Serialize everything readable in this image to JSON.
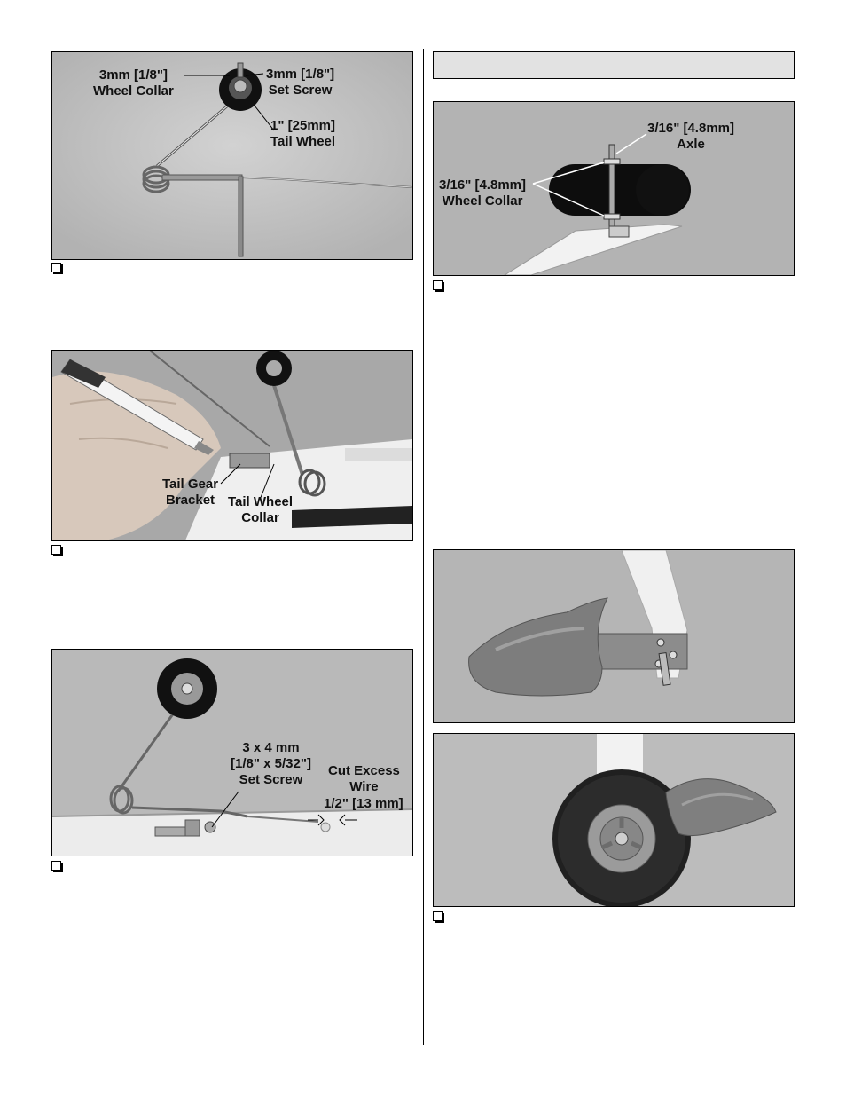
{
  "photos": {
    "photo1": {
      "callouts": {
        "wheel_collar": "3mm [1/8\"]\nWheel Collar",
        "set_screw": "3mm [1/8\"]\nSet Screw",
        "tail_wheel": "1\" [25mm]\nTail Wheel"
      }
    },
    "photo2": {
      "callouts": {
        "tail_gear_bracket": "Tail Gear\nBracket",
        "tail_wheel_collar": "Tail Wheel\nCollar"
      }
    },
    "photo3": {
      "callouts": {
        "set_screw": "3 x 4 mm\n[1/8\" x 5/32\"]\nSet Screw",
        "cut_excess": "Cut Excess\nWire",
        "measure": "1/2\" [13 mm]"
      }
    },
    "photo4": {
      "callouts": {
        "axle": "3/16\" [4.8mm]\nAxle",
        "wheel_collar": "3/16\" [4.8mm]\nWheel Collar"
      }
    }
  },
  "colors": {
    "page": "#ffffff",
    "photo_bg": "#c4c4c4",
    "section_bar": "#e2e2e2"
  }
}
